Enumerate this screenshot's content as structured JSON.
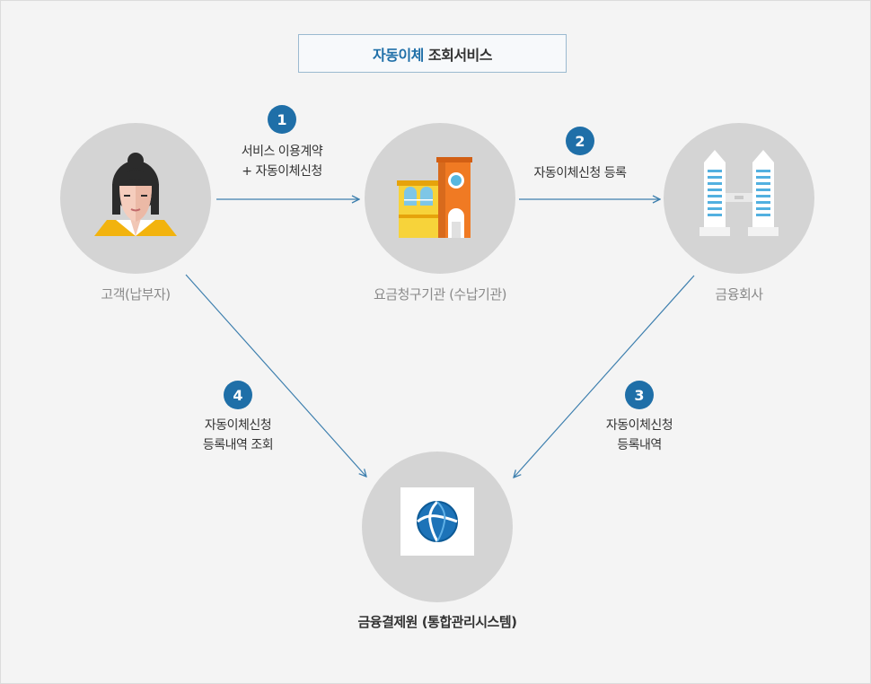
{
  "title": {
    "highlight": "자동이체",
    "rest": "조회서비스"
  },
  "nodes": {
    "customer": {
      "label": "고객(납부자)",
      "icon": "person-icon"
    },
    "billing": {
      "label": "요금청구기관 (수납기관)",
      "icon": "building-icon"
    },
    "financial": {
      "label": "금융회사",
      "icon": "towers-icon"
    },
    "kftc": {
      "label": "금융결제원 (통합관리시스템)",
      "icon": "kftc-logo-icon"
    }
  },
  "steps": [
    {
      "number": "1",
      "lines": [
        "서비스 이용계약",
        "+ 자동이체신청"
      ]
    },
    {
      "number": "2",
      "lines": [
        "자동이체신청 등록"
      ]
    },
    {
      "number": "3",
      "lines": [
        "자동이체신청",
        "등록내역"
      ]
    },
    {
      "number": "4",
      "lines": [
        "자동이체신청",
        "등록내역 조회"
      ]
    }
  ],
  "colors": {
    "accent": "#1f6fa8",
    "circle": "#d4d4d4",
    "arrow": "#3d7fae"
  }
}
